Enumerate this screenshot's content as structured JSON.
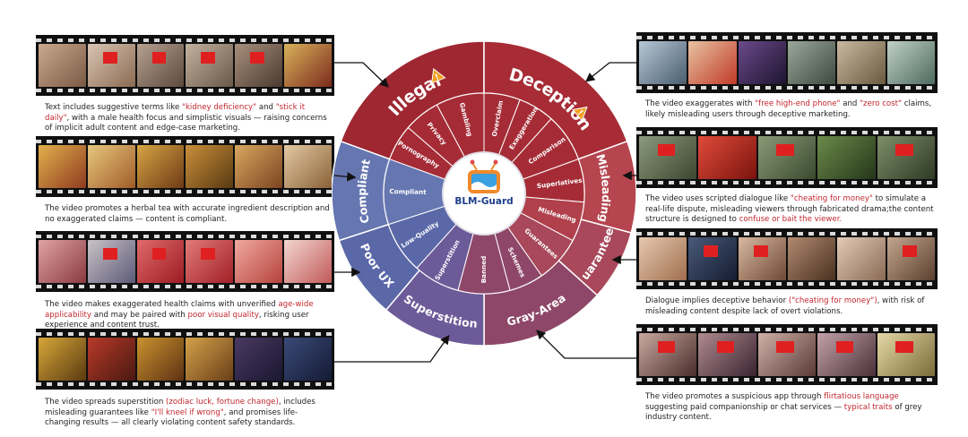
{
  "hub": {
    "title": "BLM-Guard"
  },
  "outer_ring": [
    {
      "label": "Illegal",
      "color": "#9e2731"
    },
    {
      "label": "Deception",
      "color": "#a72c35"
    },
    {
      "label": "Misleading",
      "color": "#b5454f"
    },
    {
      "label": "Guarantees",
      "color": "#a8485a"
    },
    {
      "label": "Gray-Area",
      "color": "#8e4769"
    },
    {
      "label": "Superstition",
      "color": "#6d5a98"
    },
    {
      "label": "Poor UX",
      "color": "#5a68a8"
    },
    {
      "label": "Compliant",
      "color": "#6676b0"
    }
  ],
  "inner_ring": [
    "Gambling",
    "Overclaim",
    "Exaggeration",
    "Comparison",
    "Superlatives",
    "Misleading",
    "Guarantees",
    "Schemes",
    "Banned",
    "Superstition",
    "Low-Quality",
    "Compliant",
    "Pornography",
    "Privacy"
  ],
  "captions": [
    {
      "id": "c1",
      "parts": [
        {
          "t": "Text includes suggestive terms like "
        },
        {
          "t": "\"kidney deficiency\"",
          "hl": true
        },
        {
          "t": " and "
        },
        {
          "t": "\"stick it daily\"",
          "hl": true
        },
        {
          "t": ", with a male health focus and simplistic visuals — raising concerns of implicit adult content and edge-case marketing."
        }
      ]
    },
    {
      "id": "c2",
      "parts": [
        {
          "t": "The video promotes a herbal tea with accurate ingredient description and no exaggerated claims — content is compliant."
        }
      ]
    },
    {
      "id": "c3",
      "parts": [
        {
          "t": "The video makes exaggerated health claims with unverified "
        },
        {
          "t": "age-wide applicability",
          "hl": true
        },
        {
          "t": " and may be paired with "
        },
        {
          "t": "poor visual quality",
          "hl": true
        },
        {
          "t": ", risking user experience and content trust."
        }
      ]
    },
    {
      "id": "c4",
      "parts": [
        {
          "t": "The video spreads superstition "
        },
        {
          "t": "(zodiac luck, fortune change)",
          "hl": true
        },
        {
          "t": ", includes misleading guarantees like "
        },
        {
          "t": "\"I'll kneel if wrong\"",
          "hl": true
        },
        {
          "t": ", and promises life-changing results — all clearly violating content safety standards."
        }
      ]
    },
    {
      "id": "c5",
      "parts": [
        {
          "t": "The video exaggerates with "
        },
        {
          "t": "\"free high-end phone\"",
          "hl": true
        },
        {
          "t": " and "
        },
        {
          "t": "\"zero cost\"",
          "hl": true
        },
        {
          "t": " claims, likely misleading users through deceptive marketing."
        }
      ]
    },
    {
      "id": "c6",
      "parts": [
        {
          "t": "The video uses scripted dialogue like "
        },
        {
          "t": "\"cheating for money\"",
          "hl": true
        },
        {
          "t": " to simulate a real-life dispute, misleading viewers through fabricated drama;the content structure is designed to "
        },
        {
          "t": "confuse or bait the viewer.",
          "hl": true
        }
      ]
    },
    {
      "id": "c7",
      "parts": [
        {
          "t": "Dialogue implies deceptive behavior "
        },
        {
          "t": "(\"cheating for money\")",
          "hl": true
        },
        {
          "t": ", with risk of misleading content despite lack of overt violations."
        }
      ]
    },
    {
      "id": "c8",
      "parts": [
        {
          "t": "The video promotes a suspicious app through "
        },
        {
          "t": "flirtatious language",
          "hl": true
        },
        {
          "t": " suggesting paid companionship or chat services — "
        },
        {
          "t": "typical traits",
          "hl": true
        },
        {
          "t": " of grey industry content."
        }
      ]
    }
  ],
  "colors": {
    "highlight": "#c2262e",
    "illegal": "#9e2731",
    "compliant": "#6676b0"
  }
}
